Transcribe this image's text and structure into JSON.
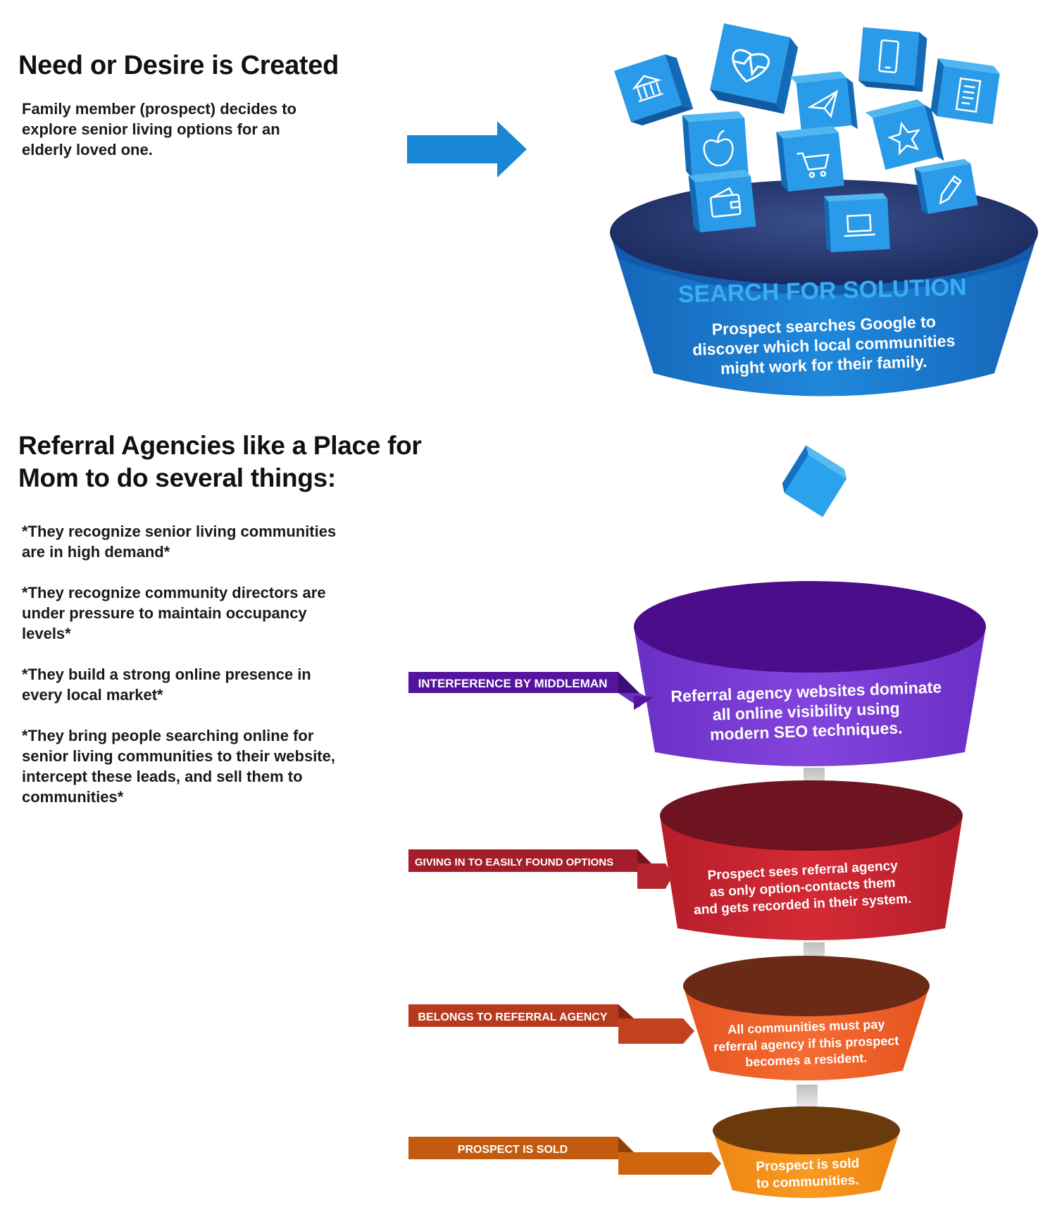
{
  "colors": {
    "blue": "#1a7fd4",
    "purple": "#7b3fd6",
    "red": "#c8232f",
    "orange_red": "#f0602a",
    "orange": "#f7941d"
  },
  "section1": {
    "heading": "Need or Desire is Created",
    "text": "Family member (prospect) decides to explore senior living options for an elderly loved one."
  },
  "search_funnel": {
    "title": "SEARCH FOR SOLUTION",
    "lines": [
      "Prospect searches Google to",
      "discover which local communities",
      "might work for their family."
    ],
    "icons": [
      "bank-icon",
      "heart-rate-icon",
      "smartphone-icon",
      "document-icon",
      "paper-plane-icon",
      "apple-icon",
      "shopping-cart-icon",
      "star-icon",
      "wallet-icon",
      "pencil-icon",
      "laptop-icon"
    ]
  },
  "section2": {
    "heading": "Referral Agencies like a Place for Mom to do several things:",
    "bullets": [
      "*They recognize senior living communities are in high demand*",
      "*They recognize community directors are under pressure to maintain occupancy levels*",
      "*They build a strong online presence in every local market*",
      "*They bring people searching online for senior living communities to their website, intercept these leads, and sell them to communities*"
    ]
  },
  "stages": [
    {
      "label": "INTERFERENCE BY MIDDLEMAN",
      "lines": [
        "Referral agency websites dominate",
        "all online visibility using",
        "modern SEO techniques."
      ]
    },
    {
      "label": "GIVING IN TO EASILY FOUND OPTIONS",
      "lines": [
        "Prospect sees referral agency",
        "as only option-contacts them",
        "and gets recorded in their system."
      ]
    },
    {
      "label": "BELONGS TO REFERRAL AGENCY",
      "lines": [
        "All communities must pay",
        "referral agency if this prospect",
        "becomes a resident."
      ]
    },
    {
      "label": "PROSPECT IS SOLD",
      "lines": [
        "Prospect is sold",
        "to communities."
      ]
    }
  ]
}
